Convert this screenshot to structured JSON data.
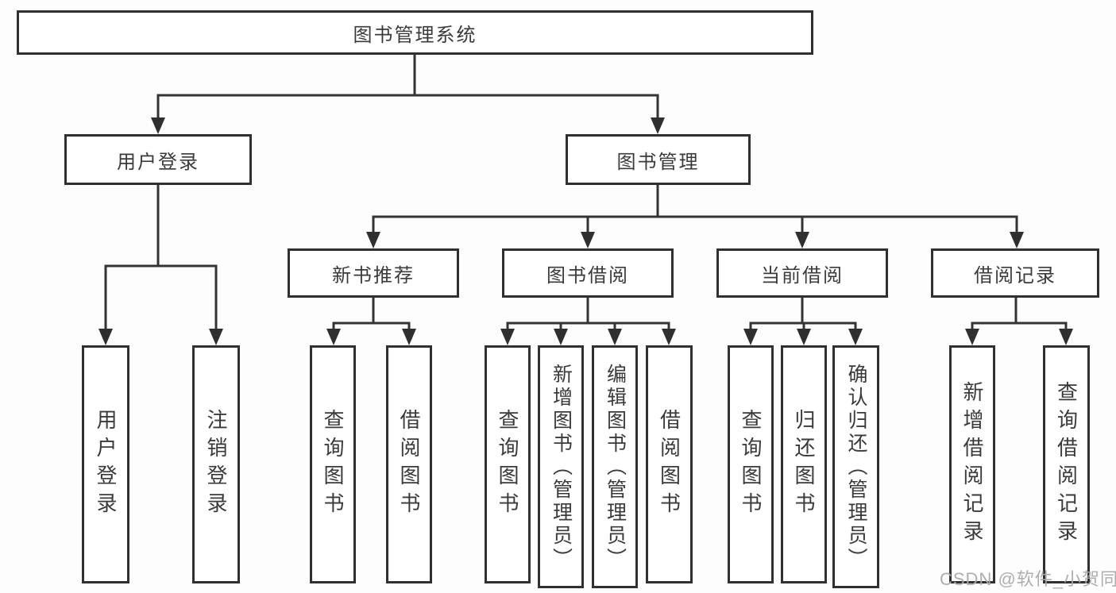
{
  "colors": {
    "line": "#333333",
    "box_border": "#303030",
    "box_background": "#ffffff",
    "text": "#3a3a3a",
    "watermark": "#aaaaaa",
    "background": "#fdfdfd"
  },
  "nodes": {
    "root": {
      "label": "图书管理系统"
    },
    "branches": [
      {
        "label": "用户登录"
      },
      {
        "label": "图书管理"
      }
    ],
    "modules": [
      {
        "label": "新书推荐"
      },
      {
        "label": "图书借阅"
      },
      {
        "label": "当前借阅"
      },
      {
        "label": "借阅记录"
      }
    ],
    "leaves": [
      {
        "label": "用户登录"
      },
      {
        "label": "注销登录"
      },
      {
        "label": "查询图书"
      },
      {
        "label": "借阅图书"
      },
      {
        "label": "查询图书"
      },
      {
        "label": "新增图书（管理员）"
      },
      {
        "label": "编辑图书（管理员）"
      },
      {
        "label": "借阅图书"
      },
      {
        "label": "查询图书"
      },
      {
        "label": "归还图书"
      },
      {
        "label": "确认归还（管理员）"
      },
      {
        "label": "新增借阅记录"
      },
      {
        "label": "查询借阅记录"
      }
    ]
  },
  "watermark": {
    "text": "CSDN @软件_小贺同学"
  }
}
